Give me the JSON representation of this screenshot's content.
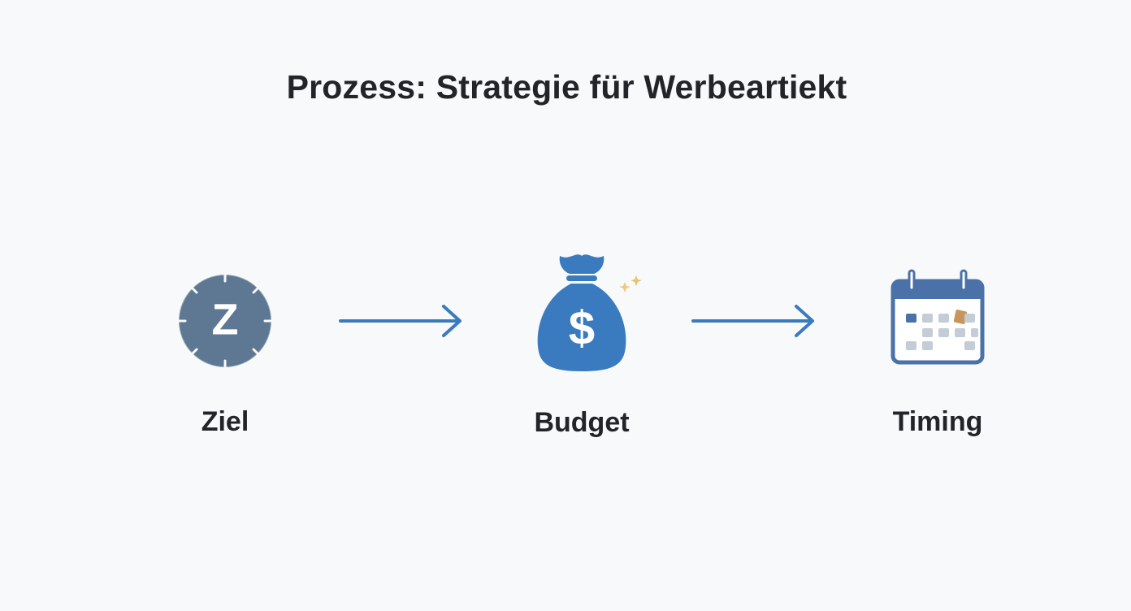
{
  "title": "Prozess: Strategie für Werbeartiekt",
  "colors": {
    "background": "#f8f9fa",
    "text": "#222428",
    "accent_blue": "#3a7bbf",
    "icon_slate": "#5e7792",
    "calendar_blue": "#4a72a8",
    "highlight_tan": "#c7965a",
    "sparkle_gold": "#e8c36a"
  },
  "steps": [
    {
      "label": "Ziel",
      "icon": "target-z-icon",
      "glyph": "Z"
    },
    {
      "label": "Budget",
      "icon": "money-bag-icon",
      "glyph": "$"
    },
    {
      "label": "Timing",
      "icon": "calendar-icon"
    }
  ],
  "connectors": [
    {
      "from": "Ziel",
      "to": "Budget",
      "icon": "arrow-right-icon"
    },
    {
      "from": "Budget",
      "to": "Timing",
      "icon": "arrow-right-icon"
    }
  ]
}
